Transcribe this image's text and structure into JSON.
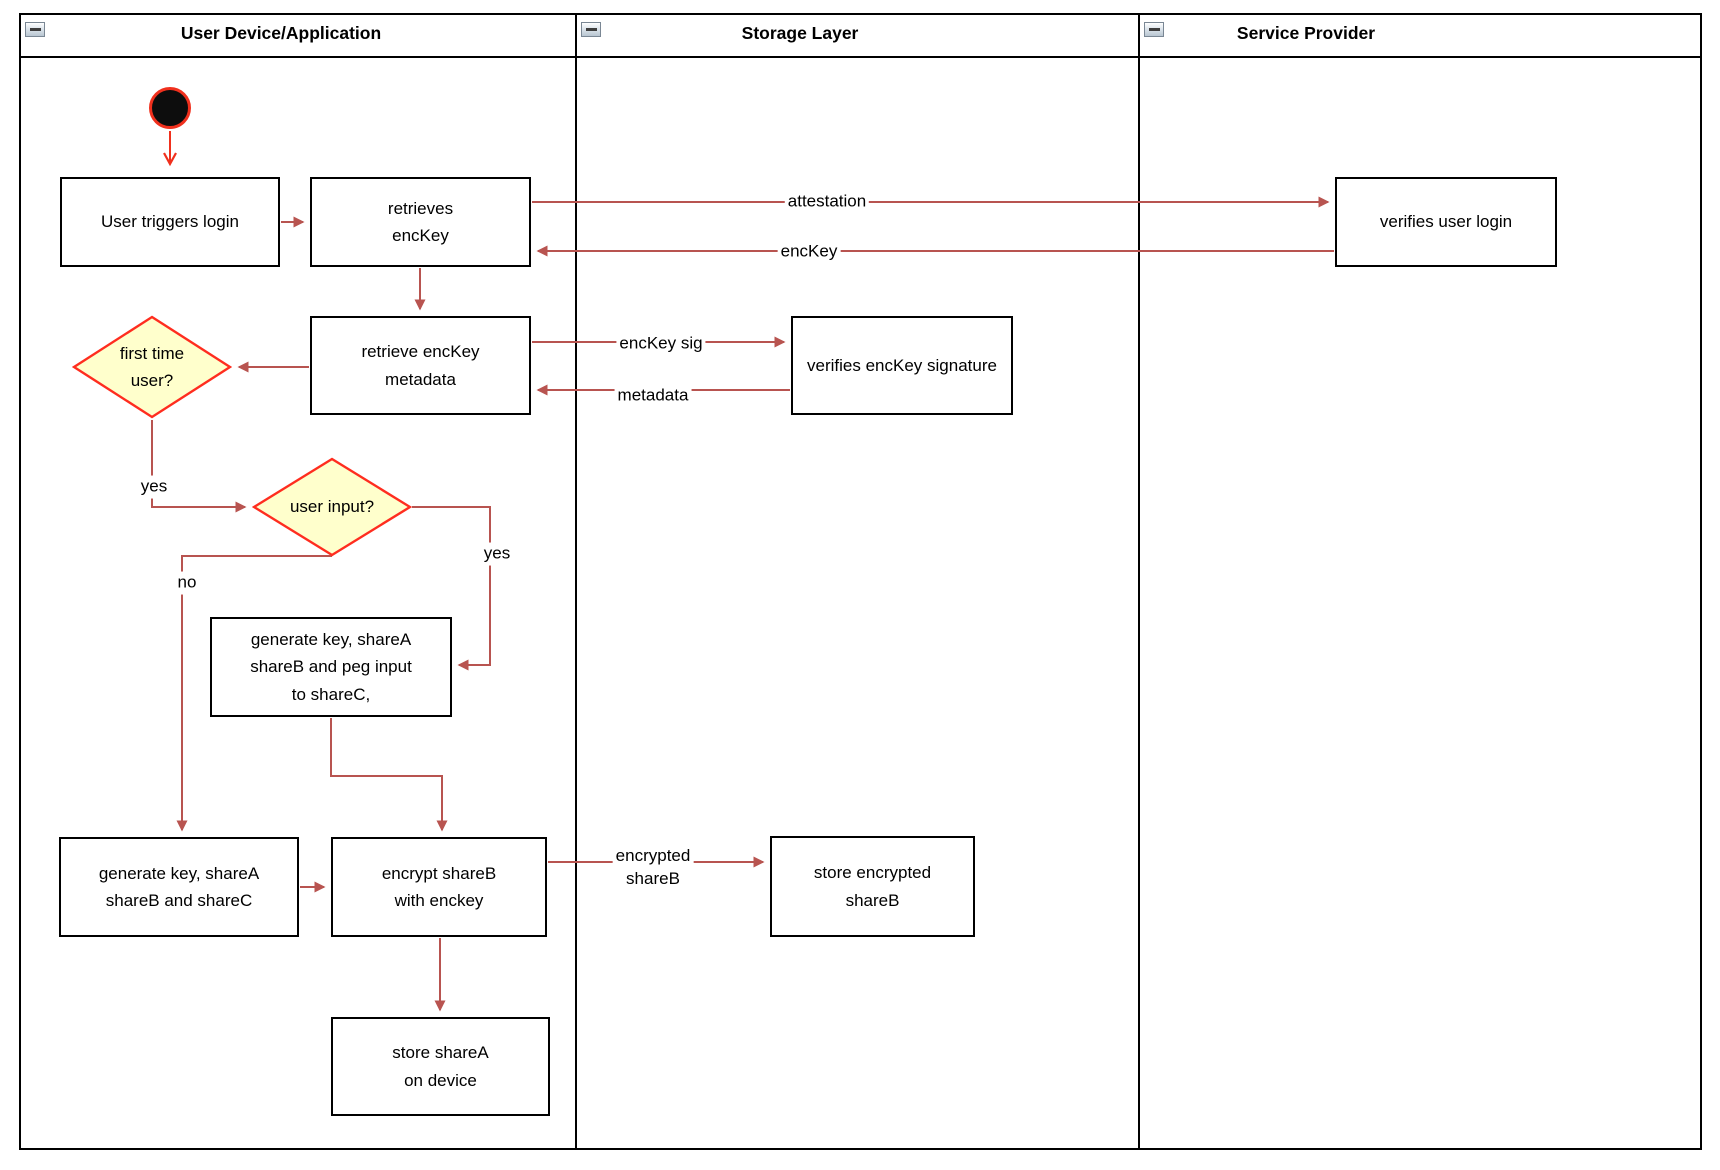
{
  "diagram": {
    "lanes": [
      {
        "title": "User Device/Application",
        "collapse_icon": "minus-icon"
      },
      {
        "title": "Storage Layer",
        "collapse_icon": "minus-icon"
      },
      {
        "title": "Service Provider",
        "collapse_icon": "minus-icon"
      }
    ],
    "nodes": {
      "user_triggers_login": {
        "label": "User triggers login"
      },
      "retrieves_enckey": {
        "label": "retrieves\nencKey"
      },
      "verifies_user_login": {
        "label": "verifies user login"
      },
      "retrieve_enckey_metadata": {
        "label": "retrieve encKey\nmetadata"
      },
      "verifies_enckey_signature": {
        "label": "verifies encKey signature"
      },
      "first_time_user": {
        "label": "first time\nuser?"
      },
      "user_input": {
        "label": "user input?"
      },
      "generate_key_peg": {
        "label": "generate key, shareA\nshareB and peg input\nto shareC,"
      },
      "generate_key_sharec": {
        "label": "generate key, shareA\nshareB and shareC"
      },
      "encrypt_shareb": {
        "label": "encrypt shareB\nwith enckey"
      },
      "store_encrypted_shareb": {
        "label": "store encrypted\nshareB"
      },
      "store_sharea": {
        "label": "store shareA\non device"
      }
    },
    "edge_labels": {
      "attestation": "attestation",
      "enckey": "encKey",
      "enckey_sig": "encKey sig",
      "metadata": "metadata",
      "first_time_yes": "yes",
      "user_input_yes": "yes",
      "user_input_no": "no",
      "encrypted_shareb": "encrypted\nshareB"
    },
    "colors": {
      "flow_arrow": "#B85450",
      "start_accent": "#F0301D",
      "decision_fill": "#FFFFCC",
      "decision_border": "#FF2D1F",
      "shape_border": "#000000",
      "shape_fill": "#FFFFFF",
      "background": "#FFFFFF"
    }
  }
}
